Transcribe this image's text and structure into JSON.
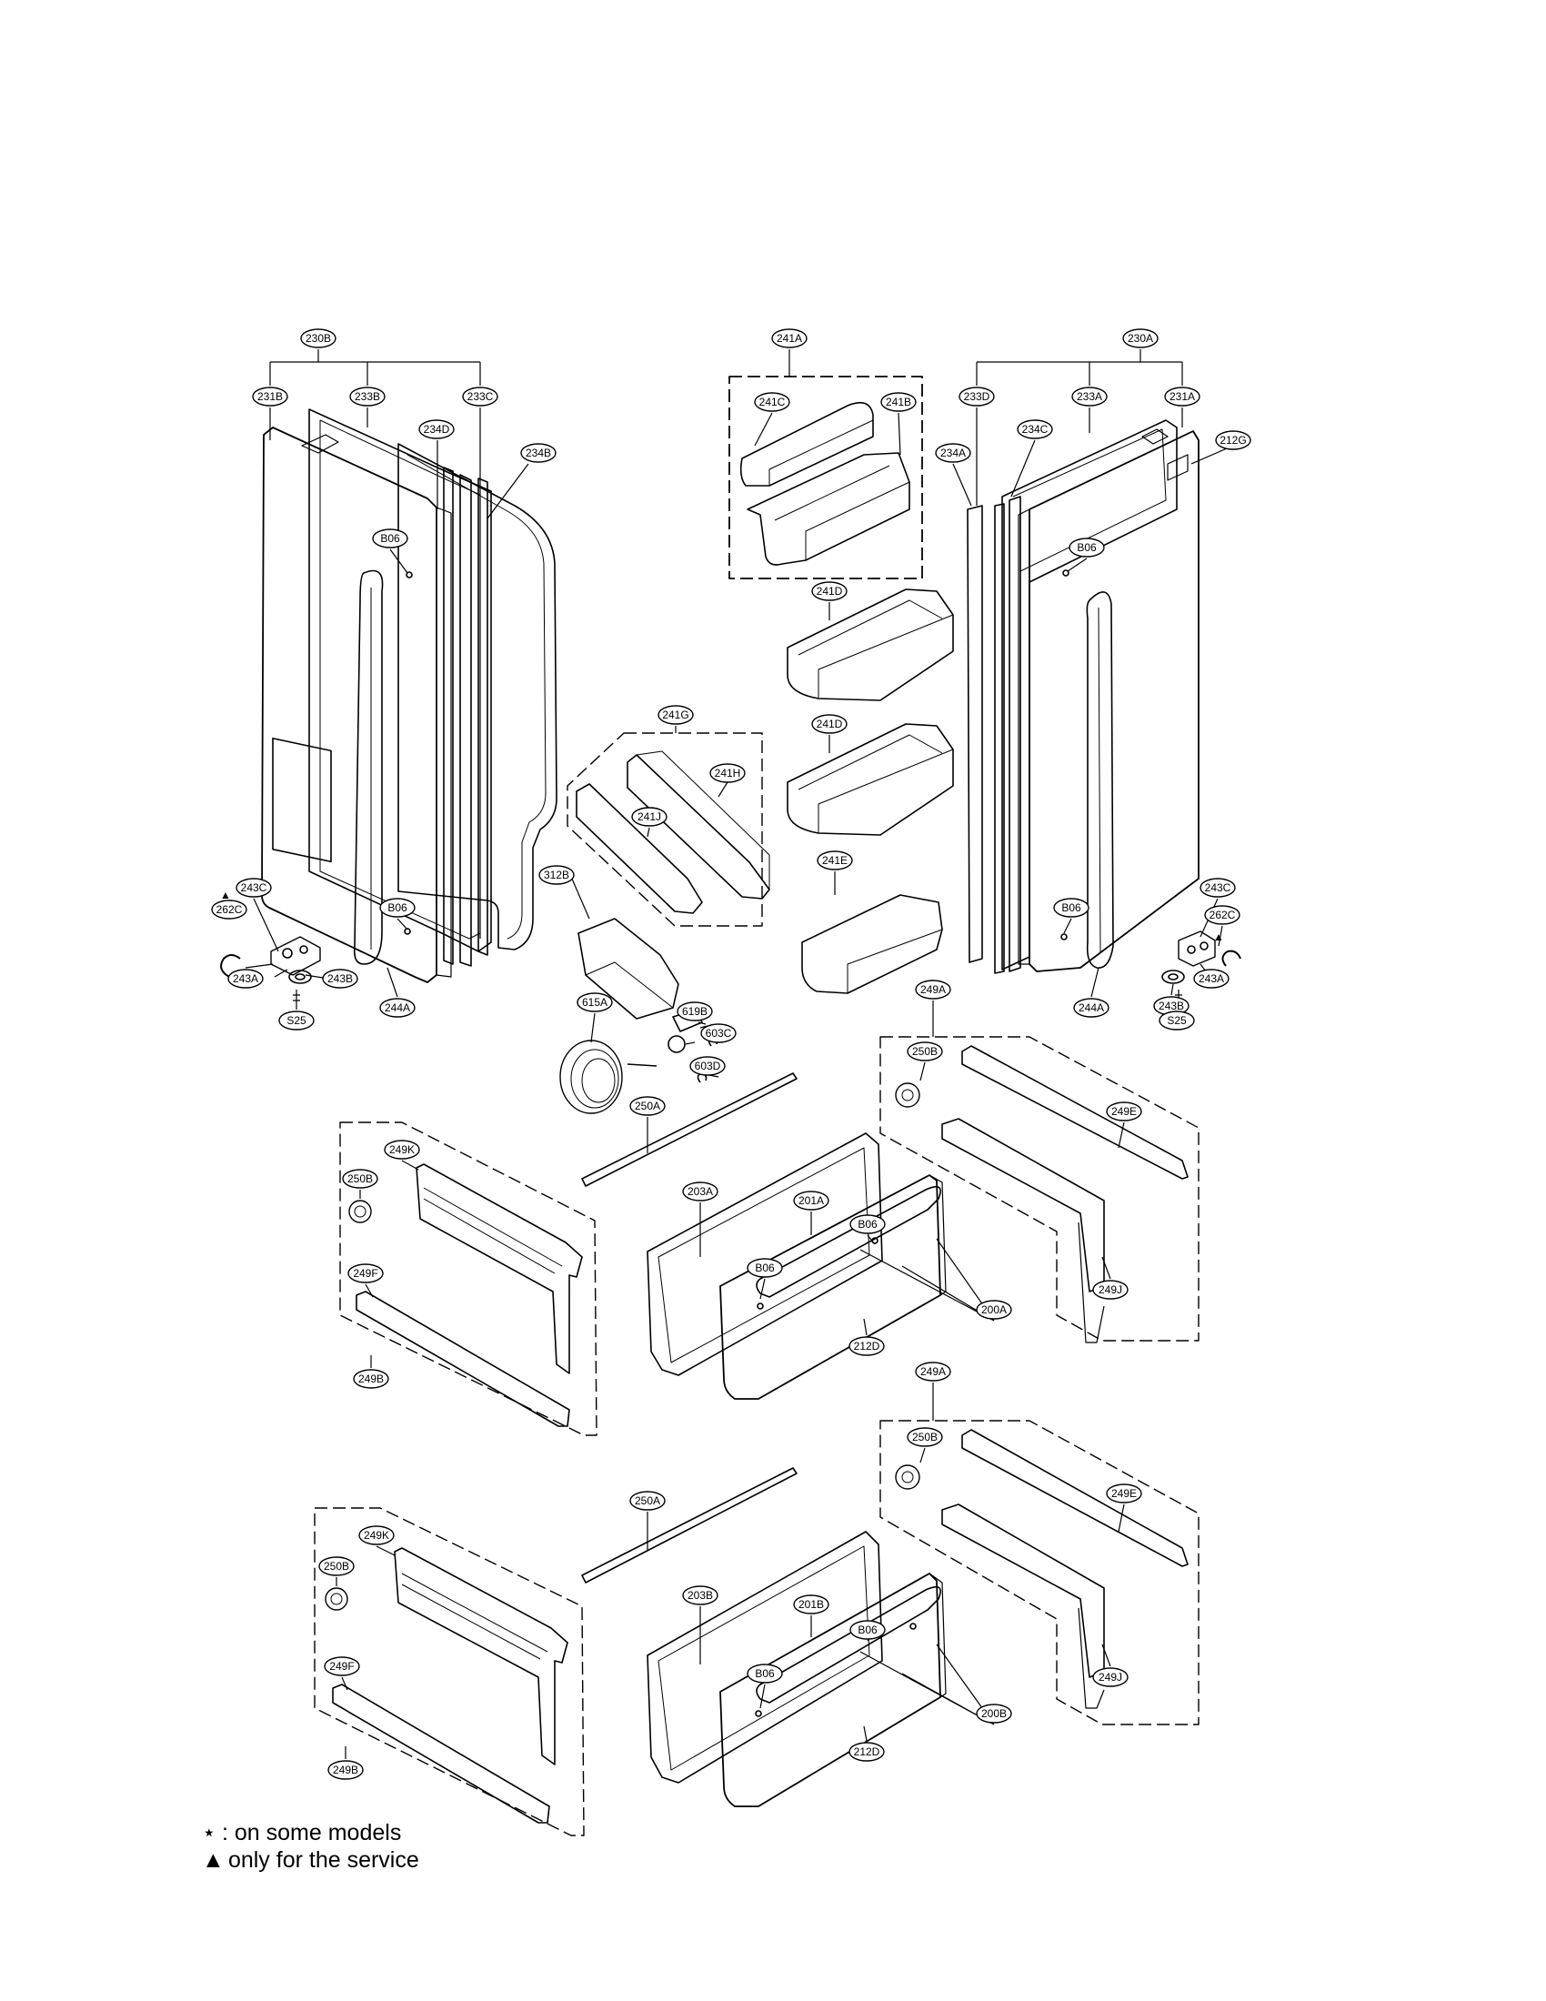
{
  "callouts": {
    "c230B": "230B",
    "c231B": "231B",
    "c233B": "233B",
    "c233C": "233C",
    "c234D": "234D",
    "c234B": "234B",
    "c241A": "241A",
    "c241C": "241C",
    "c241B": "241B",
    "c241D1": "241D",
    "c241D2": "241D",
    "c241E": "241E",
    "c241G": "241G",
    "c241H": "241H",
    "c241J": "241J",
    "c312B": "312B",
    "c230A": "230A",
    "c233D": "233D",
    "c233A": "233A",
    "c231A": "231A",
    "c234A": "234A",
    "c234C": "234C",
    "c212G": "212G",
    "cB06_LT": "B06",
    "cB06_LB": "B06",
    "cB06_RT": "B06",
    "cB06_RB": "B06",
    "c243C_L": "243C",
    "c262C_L": "262C",
    "c243A_L": "243A",
    "c243B_L": "243B",
    "cS25_L": "S25",
    "c244A_L": "244A",
    "c243C_R": "243C",
    "c262C_R": "262C",
    "c243A_R": "243A",
    "c243B_R": "243B",
    "cS25_R": "S25",
    "c244A_R": "244A",
    "c615A": "615A",
    "c619B": "619B",
    "c603C": "603C",
    "c603D": "603D",
    "c249A_1": "249A",
    "c250B_R1": "250B",
    "c249E_1": "249E",
    "c249J_1": "249J",
    "c250A_1": "250A",
    "c203A": "203A",
    "c201A": "201A",
    "cB06_D1a": "B06",
    "cB06_D1b": "B06",
    "c212D_1": "212D",
    "c200A": "200A",
    "c250B_L1": "250B",
    "c249K_1": "249K",
    "c249F_1": "249F",
    "c249B_1": "249B",
    "c249A_2": "249A",
    "c250B_R2": "250B",
    "c249E_2": "249E",
    "c249J_2": "249J",
    "c250A_2": "250A",
    "c203B": "203B",
    "c201B": "201B",
    "cB06_D2a": "B06",
    "cB06_D2b": "B06",
    "c212D_2": "212D",
    "c200B": "200B",
    "c250B_L2": "250B",
    "c249K_2": "249K",
    "c249F_2": "249F",
    "c249B_2": "249B"
  },
  "markers": {
    "triangle_left": "▲",
    "triangle_right": "▲"
  },
  "legend": {
    "line1_symbol": "⋆",
    "line1_text": ": on some models",
    "line2_symbol": "▲",
    "line2_text": " only for the service"
  }
}
